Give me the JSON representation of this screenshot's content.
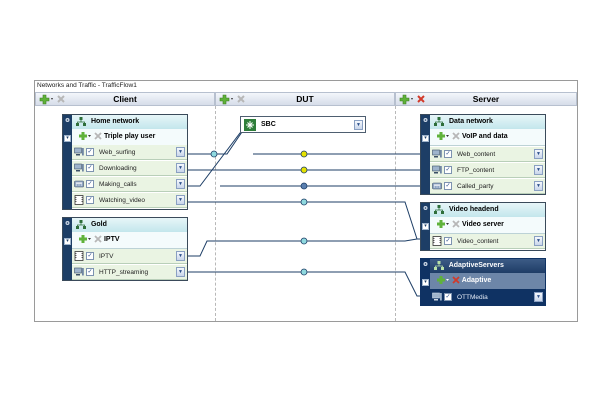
{
  "window": {
    "title": "Networks and Traffic - TrafficFlow1"
  },
  "columns": [
    {
      "label": "Client"
    },
    {
      "label": "DUT"
    },
    {
      "label": "Server"
    }
  ],
  "client": {
    "home_network": {
      "title": "Home network",
      "profile": "Triple play user",
      "rows": [
        {
          "label": "Web_surfing",
          "icon": "computer-icon"
        },
        {
          "label": "Downloading",
          "icon": "computer-icon"
        },
        {
          "label": "Making_calls",
          "icon": "phone-icon"
        },
        {
          "label": "Watching_video",
          "icon": "film-icon"
        }
      ]
    },
    "gold": {
      "title": "Gold",
      "profile": "IPTV",
      "rows": [
        {
          "label": "IPTV",
          "icon": "film-icon"
        },
        {
          "label": "HTTP_streaming",
          "icon": "computer-icon"
        }
      ]
    }
  },
  "dut": {
    "sbc": {
      "label": "SBC"
    }
  },
  "server": {
    "data_network": {
      "title": "Data network",
      "profile": "VoIP and data",
      "rows": [
        {
          "label": "Web_content",
          "icon": "computer-icon"
        },
        {
          "label": "FTP_content",
          "icon": "computer-icon"
        },
        {
          "label": "Called_party",
          "icon": "phone-icon"
        }
      ]
    },
    "video_headend": {
      "title": "Video headend",
      "profile": "Video server",
      "rows": [
        {
          "label": "Video_content",
          "icon": "film-icon"
        }
      ]
    },
    "adaptive_servers": {
      "title": "AdaptiveServers",
      "profile": "Adaptive",
      "rows": [
        {
          "label": "OTTMedia",
          "icon": "computer-icon"
        }
      ]
    }
  },
  "colors": {
    "wire": "#1d3e66",
    "dot_yellow": "#e6e200",
    "dot_cyan": "#8fd9df",
    "dot_blue": "#5a7fb0",
    "node_strip": "#1d3e66",
    "selected_row": "#0f3263"
  }
}
